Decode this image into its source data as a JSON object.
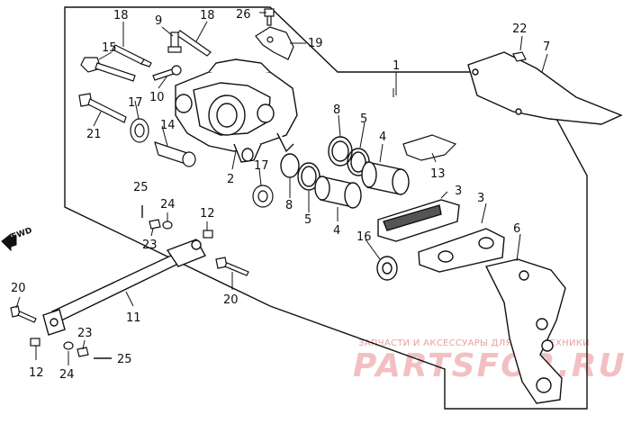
{
  "diagram": {
    "callouts": {
      "c1": "1",
      "c2": "2",
      "c3a": "3",
      "c3b": "3",
      "c4a": "4",
      "c4b": "4",
      "c5a": "5",
      "c5b": "5",
      "c6": "6",
      "c7": "7",
      "c8a": "8",
      "c8b": "8",
      "c9": "9",
      "c10": "10",
      "c11": "11",
      "c12a": "12",
      "c12b": "12",
      "c13": "13",
      "c14": "14",
      "c15": "15",
      "c16": "16",
      "c17a": "17",
      "c17b": "17",
      "c18a": "18",
      "c18b": "18",
      "c19": "19",
      "c20a": "20",
      "c20b": "20",
      "c21": "21",
      "c22": "22",
      "c23a": "23",
      "c23b": "23",
      "c24a": "24",
      "c24b": "24",
      "c25a": "25",
      "c25b": "25",
      "c26": "26"
    },
    "direction_label": "FWD"
  },
  "watermark": {
    "caption": "ЗАПЧАСТИ И АКСЕССУАРЫ ДЛЯ МОТОТЕХНИКИ",
    "logo_text": "PARTSFOR.RU",
    "color": "#e05a62"
  }
}
